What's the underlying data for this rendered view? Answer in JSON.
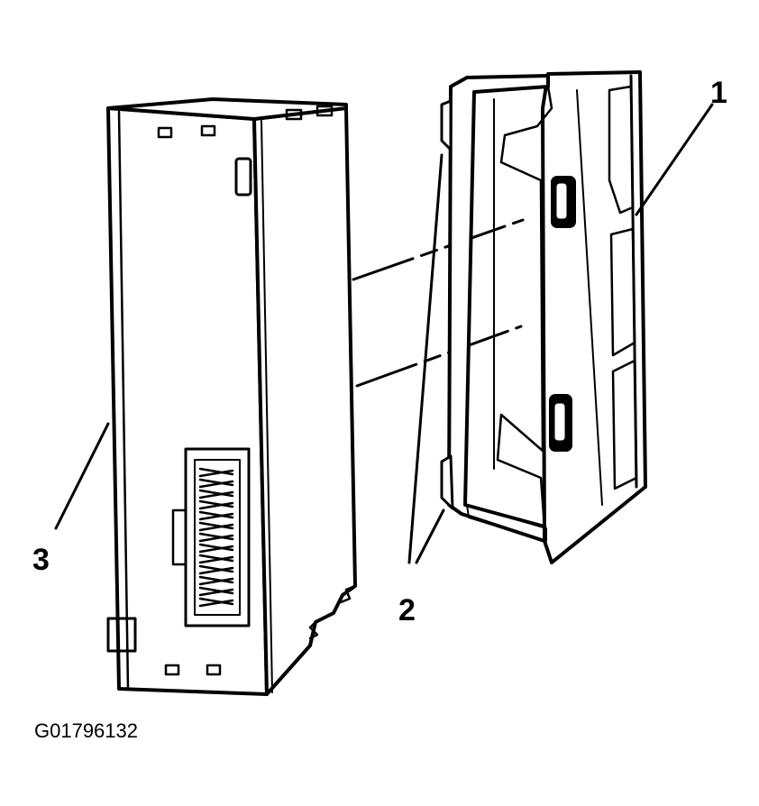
{
  "figure": {
    "id": "G01796132",
    "callouts": {
      "one": "1",
      "two": "2",
      "three": "3"
    },
    "colors": {
      "ink": "#000000",
      "paper": "#ffffff"
    }
  }
}
